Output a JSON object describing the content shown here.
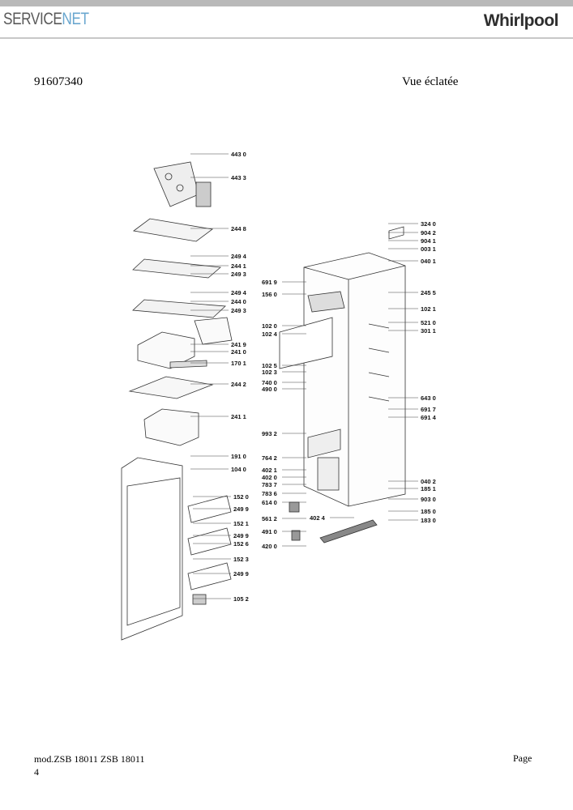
{
  "header": {
    "brand_left_a": "SERVICE",
    "brand_left_b": "NET",
    "brand_right": "Whirlpool"
  },
  "document": {
    "number": "91607340",
    "view_title": "Vue éclatée"
  },
  "footer": {
    "model": "mod.ZSB 18011 ZSB 18011",
    "page_label": "Page",
    "page_number": "4"
  },
  "parts_left": [
    "443 0",
    "443 3",
    "244 8",
    "249 4",
    "244 1",
    "249 3",
    "249 4",
    "244 0",
    "249 3",
    "241 9",
    "241 0",
    "170 1",
    "244 2",
    "241 1",
    "191 0",
    "104 0",
    "152 0",
    "249 9",
    "152 1",
    "249 9",
    "152 6",
    "152 3",
    "249 9",
    "105 2"
  ],
  "parts_right": [
    "324 0",
    "904 2",
    "904 1",
    "003 1",
    "040 1",
    "691 9",
    "156 0",
    "245 5",
    "102 1",
    "102 0",
    "521 0",
    "102 4",
    "301 1",
    "102 5",
    "102 3",
    "740 0",
    "490 0",
    "643 0",
    "691 7",
    "691 4",
    "993 2",
    "764 2",
    "402 1",
    "402 0",
    "783 7",
    "783 6",
    "614 0",
    "040 2",
    "185 1",
    "903 0",
    "185 0",
    "561 2",
    "402 4",
    "183 0",
    "491 0",
    "420 0"
  ]
}
